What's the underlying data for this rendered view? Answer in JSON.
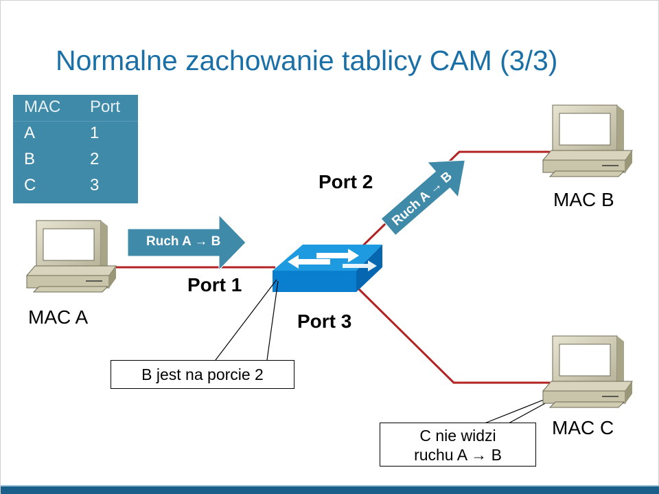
{
  "title": "Normalne zachowanie tablicy CAM (3/3)",
  "cam_table": {
    "headers": [
      "MAC",
      "Port"
    ],
    "rows": [
      [
        "A",
        "1"
      ],
      [
        "B",
        "2"
      ],
      [
        "C",
        "3"
      ]
    ]
  },
  "arrows": {
    "port1": "Ruch A → B",
    "port2": "Ruch A → B"
  },
  "labels": {
    "port1": "Port 1",
    "port2": "Port 2",
    "port3": "Port 3",
    "mac_a": "MAC A",
    "mac_b": "MAC B",
    "mac_c": "MAC C"
  },
  "callouts": {
    "b_on_port2": "B jest na porcie 2",
    "c_line1": "C nie widzi",
    "c_line2": "ruchu A → B"
  },
  "colors": {
    "title": "#1a6fa6",
    "cam_table_bg": "#3f8aa8",
    "arrow_fill": "#3f8aa8",
    "link": "#b22222",
    "switch_top": "#1e9be0",
    "switch_front": "#0a7fd0"
  },
  "icons": [
    "computer-icon",
    "switch-icon",
    "arrow-icon"
  ]
}
